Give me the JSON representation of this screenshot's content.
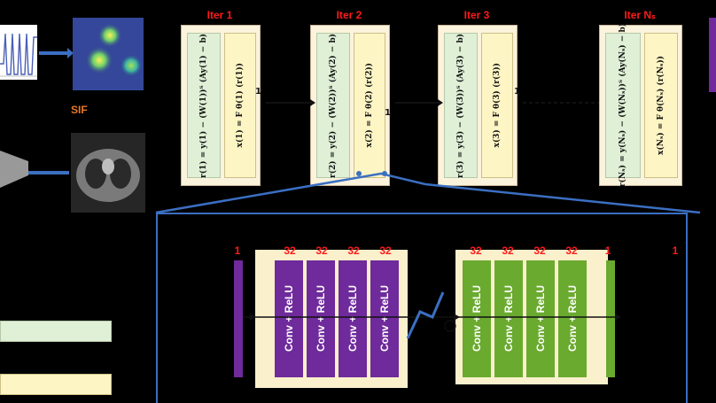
{
  "iterations": [
    {
      "title": "Iter 1",
      "residual": "r(1) = y(1) − (W(1))ᵀ (Ay(1) − b)",
      "update": "x(1) = F θ(1) (r(1))"
    },
    {
      "title": "Iter 2",
      "residual": "r(2) = y(2) − (W(2))ᵀ (Ay(2) − b)",
      "update": "x(2) = F θ(2) (r(2))"
    },
    {
      "title": "Iter 3",
      "residual": "r(3) = y(3) − (W(3))ᵀ (Ay(3) − b)",
      "update": "x(3) = F θ(3) (r(3))"
    },
    {
      "title": "Iter Nₛ",
      "residual": "r(Nₛ) = y(Nₛ) − (W(Nₛ))ᵀ (Ay(Nₛ) − b)",
      "update": "x(Nₛ) = F θ(Nₛ) (r(Nₛ))"
    }
  ],
  "arrow_labels": [
    "1",
    "1",
    "1"
  ],
  "encoder": {
    "blocks": [
      "Conv + ReLU",
      "Conv + ReLU",
      "Conv + ReLU",
      "Conv + ReLU"
    ],
    "channels": [
      "32",
      "32",
      "32",
      "32"
    ]
  },
  "decoder": {
    "blocks": [
      "Conv + ReLU",
      "Conv + ReLU",
      "Conv + ReLU",
      "Conv + ReLU"
    ],
    "channels": [
      "32",
      "32",
      "32",
      "32"
    ]
  },
  "end_channel_labels": [
    "1",
    "1",
    "1"
  ],
  "side_label": "SIF",
  "colors": {
    "encoder_block": "#6f2a9c",
    "decoder_block": "#6aaa2f",
    "connector": "#3b6fc2",
    "iter_title": "#ff1a1a"
  }
}
